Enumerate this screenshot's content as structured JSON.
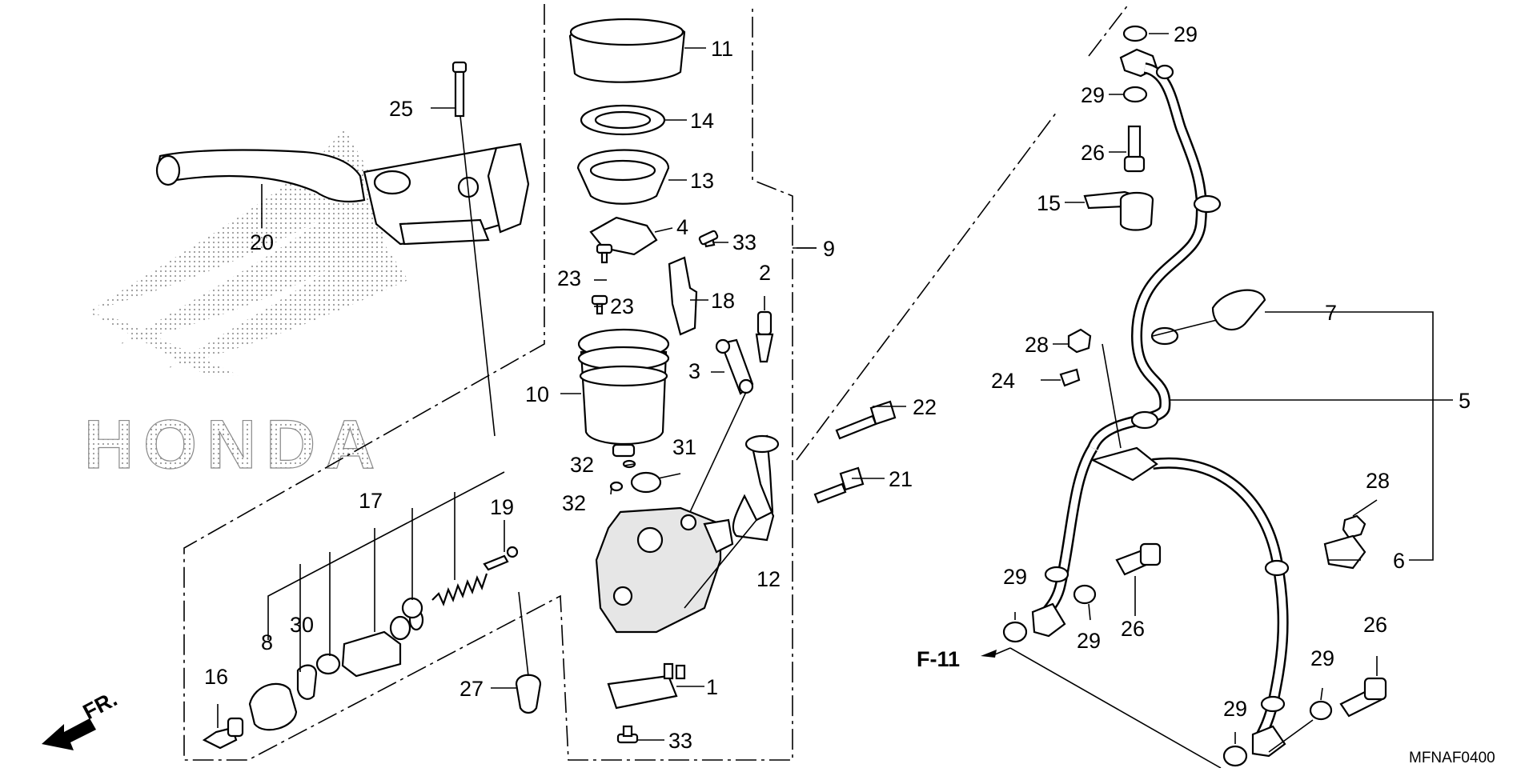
{
  "diagram": {
    "code": "MFNAF0400",
    "watermark": "HONDA",
    "direction_label": "FR.",
    "reference_label": "F-11",
    "callouts": {
      "c1": "1",
      "c2": "2",
      "c3": "3",
      "c4": "4",
      "c5": "5",
      "c6": "6",
      "c7": "7",
      "c8": "8",
      "c9": "9",
      "c10": "10",
      "c11": "11",
      "c12": "12",
      "c13": "13",
      "c14": "14",
      "c15": "15",
      "c16": "16",
      "c17": "17",
      "c18": "18",
      "c19": "19",
      "c20": "20",
      "c21": "21",
      "c22": "22",
      "c23a": "23",
      "c23b": "23",
      "c24": "24",
      "c25": "25",
      "c26a": "26",
      "c26b": "26",
      "c26c": "26",
      "c27": "27",
      "c28a": "28",
      "c28b": "28",
      "c29a": "29",
      "c29b": "29",
      "c29c": "29",
      "c29d": "29",
      "c29e": "29",
      "c29f": "29",
      "c30": "30",
      "c31": "31",
      "c32a": "32",
      "c32b": "32",
      "c33a": "33",
      "c33b": "33"
    }
  }
}
